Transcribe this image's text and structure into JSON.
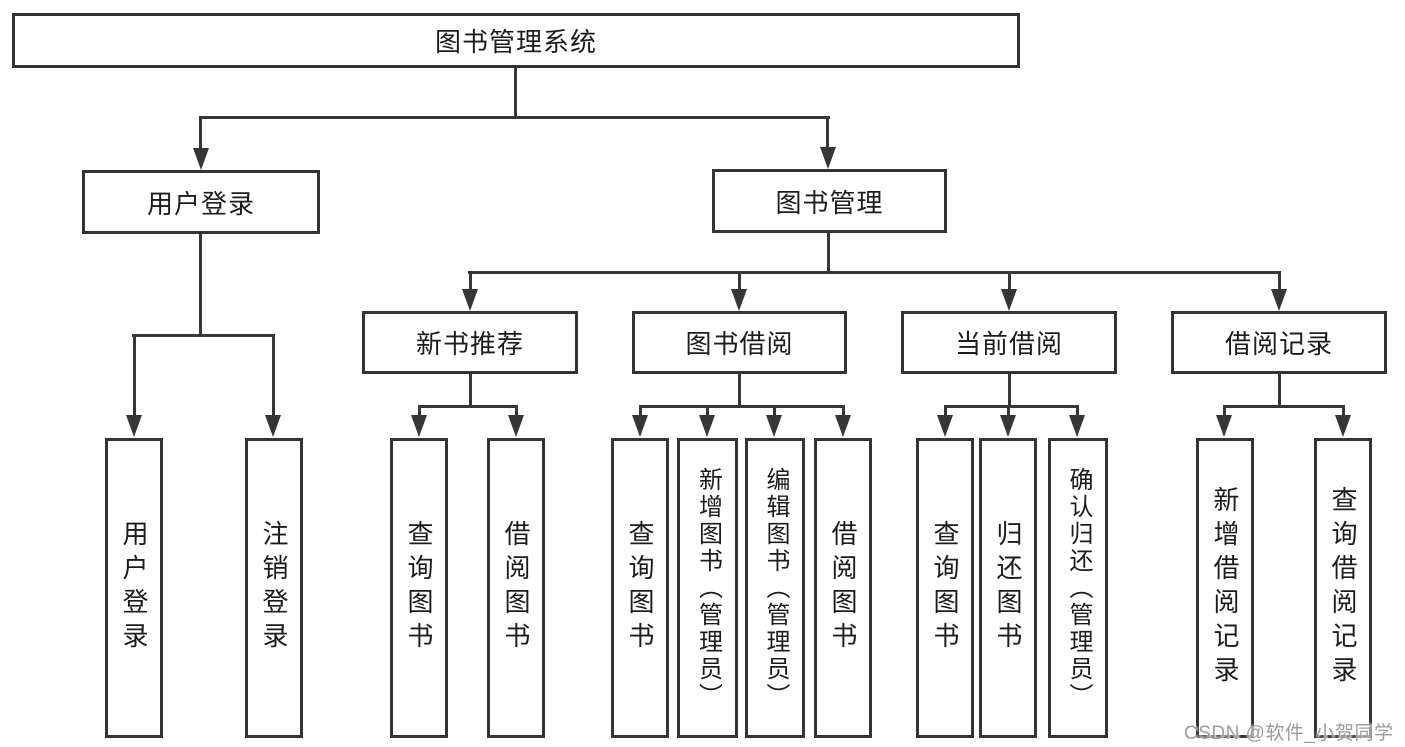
{
  "tree": {
    "label": "图书管理系统",
    "children": [
      {
        "label": "用户登录",
        "children": [
          {
            "label": "用户登录"
          },
          {
            "label": "注销登录"
          }
        ]
      },
      {
        "label": "图书管理",
        "children": [
          {
            "label": "新书推荐",
            "children": [
              {
                "label": "查询图书"
              },
              {
                "label": "借阅图书"
              }
            ]
          },
          {
            "label": "图书借阅",
            "children": [
              {
                "label": "查询图书"
              },
              {
                "label": "新增图书（管理员）"
              },
              {
                "label": "编辑图书（管理员）"
              },
              {
                "label": "借阅图书"
              }
            ]
          },
          {
            "label": "当前借阅",
            "children": [
              {
                "label": "查询图书"
              },
              {
                "label": "归还图书"
              },
              {
                "label": "确认归还（管理员）"
              }
            ]
          },
          {
            "label": "借阅记录",
            "children": [
              {
                "label": "新增借阅记录"
              },
              {
                "label": "查询借阅记录"
              }
            ]
          }
        ]
      }
    ]
  },
  "watermark": {
    "text": "CSDN @软件_小贺同学"
  },
  "colors": {
    "line": "#363636",
    "box_border": "#333333",
    "text": "#1c1c1c",
    "background": "#ffffff",
    "watermark": "#9c9c9c"
  }
}
